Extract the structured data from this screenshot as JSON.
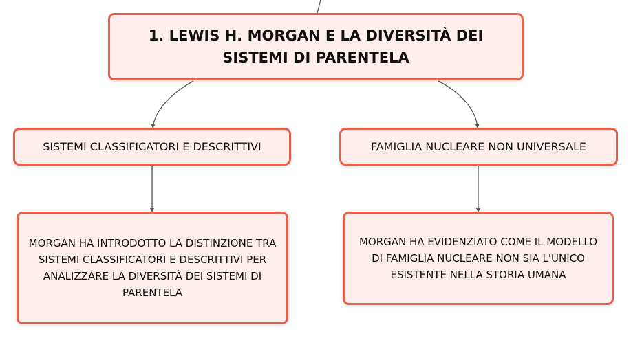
{
  "diagram": {
    "root": {
      "text": "1. LEWIS H. MORGAN E LA DIVERSITÀ DEI SISTEMI DI PARENTELA"
    },
    "branches": [
      {
        "label": "SISTEMI CLASSIFICATORI E DESCRITTIVI",
        "detail": "MORGAN HA INTRODOTTO LA DISTINZIONE TRA SISTEMI CLASSIFICATORI E DESCRITTIVI PER ANALIZZARE LA DIVERSITÀ DEI SISTEMI DI PARENTELA"
      },
      {
        "label": "FAMIGLIA NUCLEARE NON UNIVERSALE",
        "detail": "MORGAN HA EVIDENZIATO COME IL MODELLO DI FAMIGLIA NUCLEARE NON SIA L'UNICO ESISTENTE NELLA STORIA UMANA"
      }
    ],
    "colors": {
      "node_border": "#e4614d",
      "node_fill": "#fdeeec",
      "connector": "#555555",
      "text": "#111111"
    }
  }
}
